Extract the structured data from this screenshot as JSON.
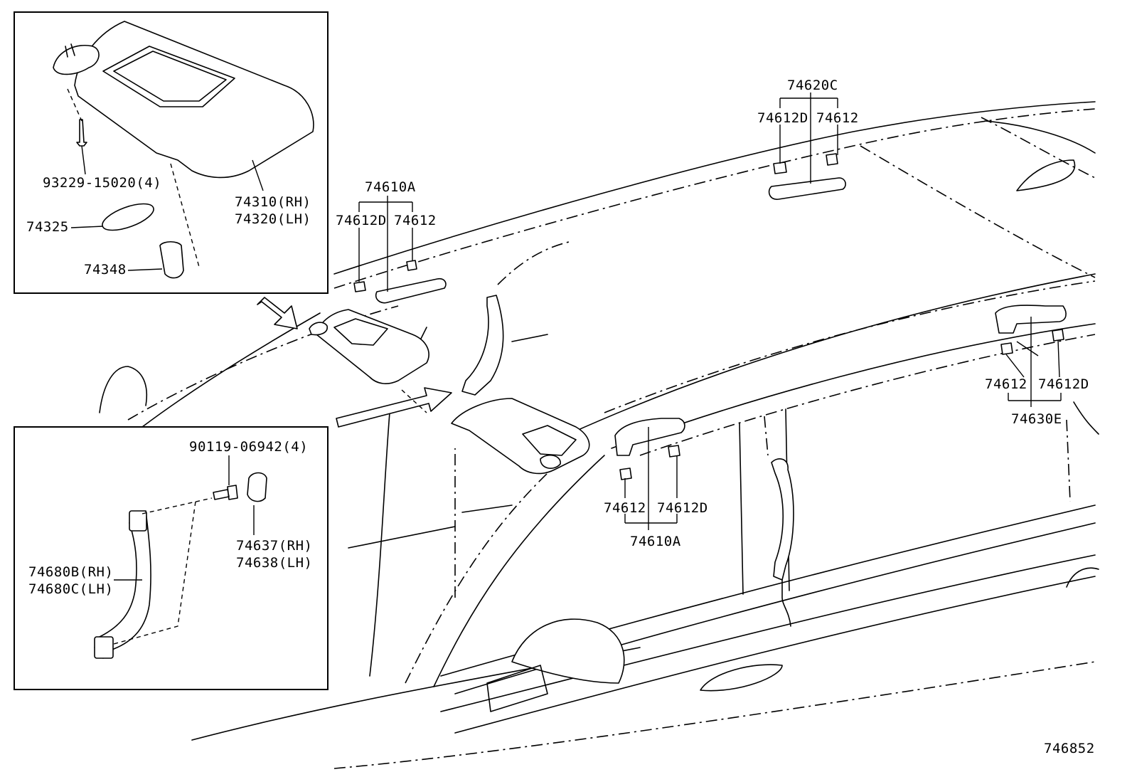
{
  "diagram_id": "746852",
  "callouts": {
    "screw_93229": "93229-15020(4)",
    "visor_rh": "74310(RH)",
    "visor_lh": "74320(LH)",
    "holder_74325": "74325",
    "holder_74348": "74348",
    "grip_front_a": "74610A",
    "front_cap_d": "74612D",
    "front_cap": "74612",
    "grip_top_c": "74620C",
    "top_cap_d": "74612D",
    "top_cap": "74612",
    "mid_cap": "74612",
    "mid_cap_d": "74612D",
    "grip_mid_a": "74610A",
    "rear_cap": "74612",
    "rear_cap_d": "74612D",
    "grip_rear_e": "74630E",
    "bolt_90119": "90119-06942(4)",
    "cover_rh": "74637(RH)",
    "cover_lh": "74638(LH)",
    "pillar_grip_rh": "74680B(RH)",
    "pillar_grip_lh": "74680C(LH)"
  }
}
